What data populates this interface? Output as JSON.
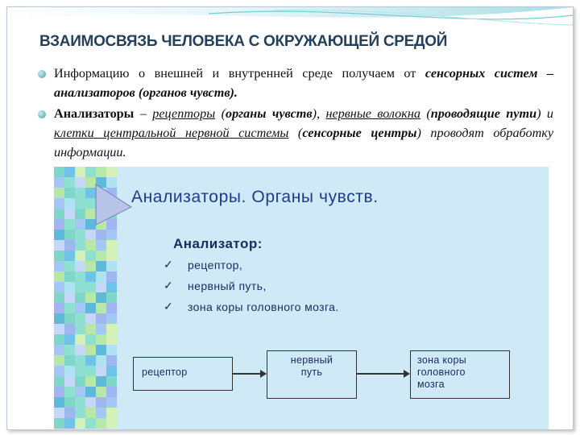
{
  "title": "ВЗАИМОСВЯЗЬ ЧЕЛОВЕКА С ОКРУЖАЮЩЕЙ СРЕДОЙ",
  "bullets": [
    {
      "part1": "Информацию о внешней и внутренней среде получаем от ",
      "part2": "сенсорных систем – анализаторов (органов чувств)."
    },
    {
      "part1": "Анализаторы",
      "part2": " – ",
      "part3": "рецепторы",
      "part4": " (",
      "part5": "органы чувств",
      "part6": "), ",
      "part7": "нервные волокна",
      "part8": " (",
      "part9": "проводящие пути",
      "part10": ") и ",
      "part11": "клетки центральной нервной системы",
      "part12": " (",
      "part13": "сенсорные центры",
      "part14": ") проводят обработку информации."
    }
  ],
  "panel": {
    "heading": "Анализаторы. Органы чувств.",
    "analyzer_label": "Анализатор:",
    "check_icon": "checkmark-icon",
    "items": [
      "рецептор,",
      "нервный путь,",
      "зона коры головного мозга."
    ],
    "flow": {
      "box1": "рецептор",
      "box2_line1": "нервный",
      "box2_line2": "путь",
      "box3_line1": "зона коры",
      "box3_line2": "головного",
      "box3_line3": "мозга"
    }
  },
  "colors": {
    "title": "#24405a",
    "panel_bg": "#cfeaf6",
    "panel_text": "#1e2a60",
    "bullet": "#3e9ea6"
  }
}
